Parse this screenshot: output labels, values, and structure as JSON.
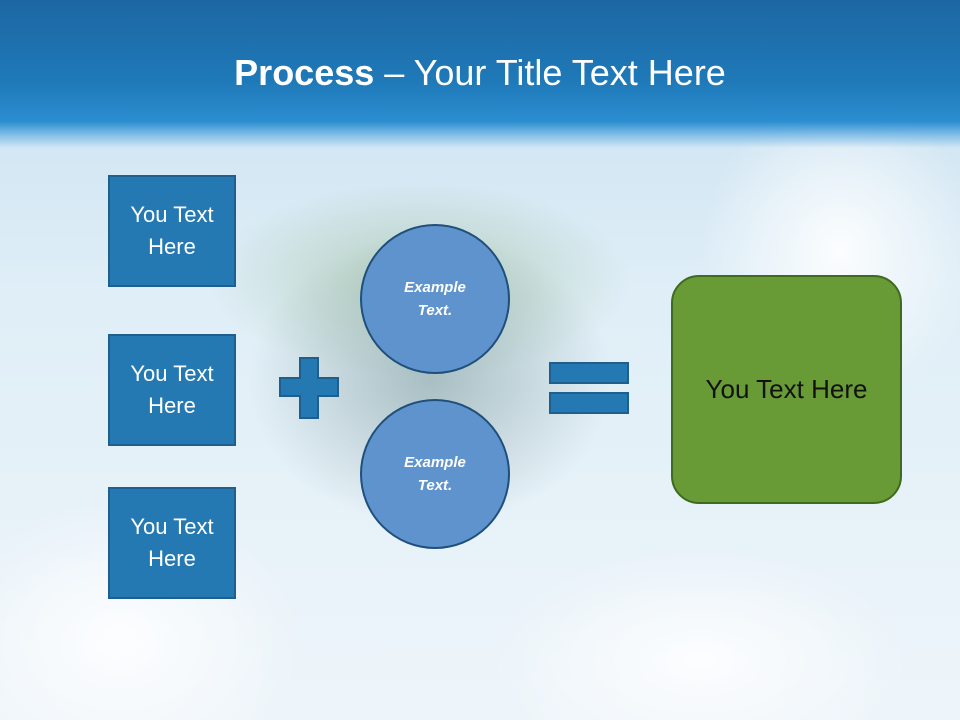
{
  "header": {
    "title_bold": "Process",
    "title_rest": " – Your Title Text Here"
  },
  "boxes": [
    {
      "label": "You Text Here"
    },
    {
      "label": "You Text Here"
    },
    {
      "label": "You Text Here"
    }
  ],
  "circles": [
    {
      "label": "Example Text."
    },
    {
      "label": "Example Text."
    }
  ],
  "result": {
    "label": "You Text Here"
  },
  "colors": {
    "header": "#1f79b8",
    "box": "#2579b3",
    "circle": "#5f93cd",
    "result": "#689a35"
  }
}
